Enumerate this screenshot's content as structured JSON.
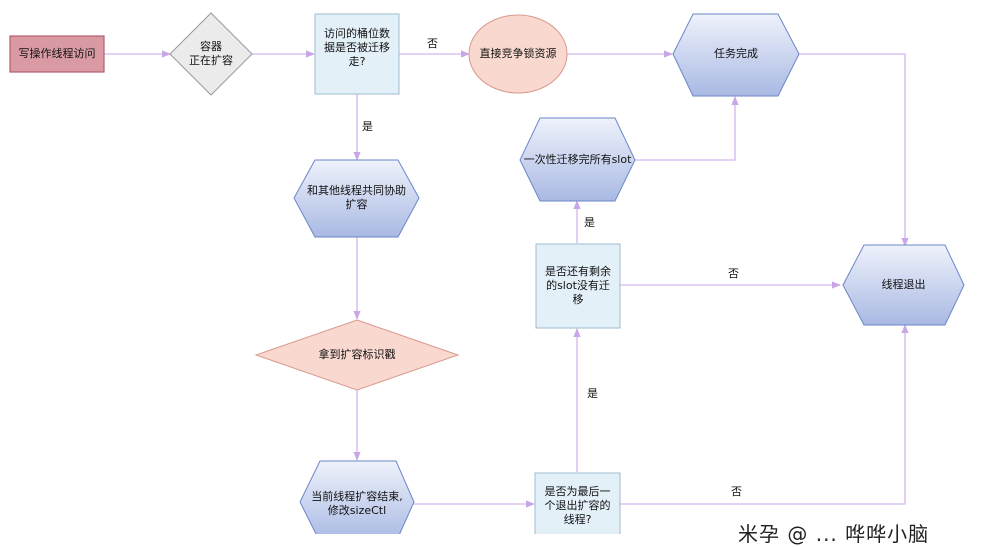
{
  "nodes": {
    "write_access": "写操作线程访问",
    "resizing": "容器\n正在扩容",
    "bucket_migrated": "访问的桶位数\n据是否被迁移\n走?",
    "compete_lock": "直接竞争锁资源",
    "task_done": "任务完成",
    "help_resize": "和其他线程共同协助\n扩容",
    "migrate_all": "一次性迁移完所有slot",
    "remaining_slots": "是否还有剩余\n的slot没有迁\n移",
    "thread_exit": "线程退出",
    "get_stamp": "拿到扩容标识戳",
    "resize_end": "当前线程扩容结束,\n修改sizeCtl",
    "last_exit": "是否为最后一\n个退出扩容的\n线程?"
  },
  "edge_labels": {
    "no_top": "否",
    "yes_down": "是",
    "yes_up_upper": "是",
    "no_mid": "否",
    "yes_up_lower": "是",
    "no_bottom": "否"
  },
  "watermark": "米孕 @ ... 哗哗小脑"
}
